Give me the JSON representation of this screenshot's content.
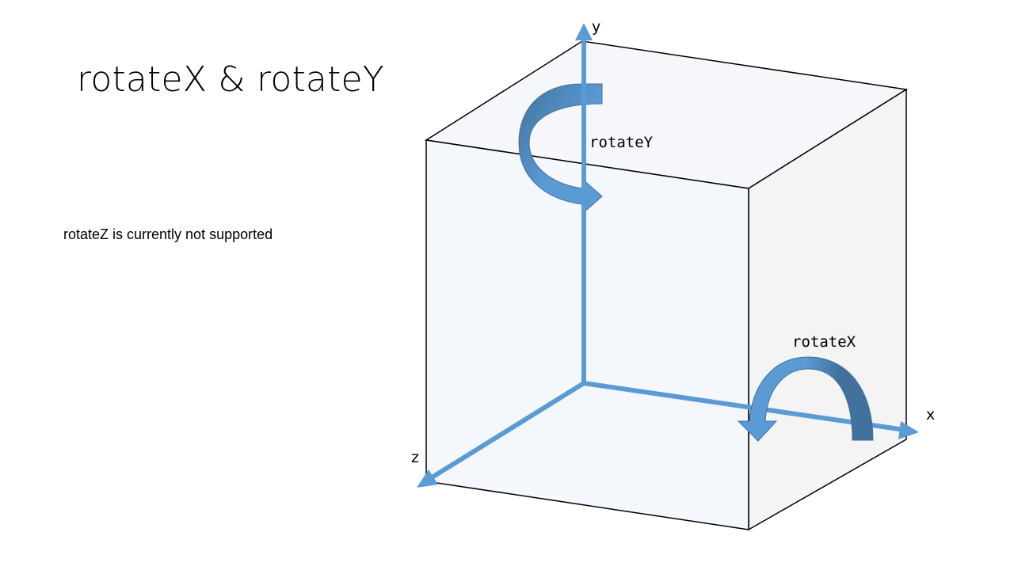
{
  "slide": {
    "title": "rotateX & rotateY",
    "note": "rotateZ is currently not supported"
  },
  "diagram": {
    "axes": {
      "x_label": "x",
      "y_label": "y",
      "z_label": "z"
    },
    "rotations": {
      "rotate_x_label": "rotateX",
      "rotate_y_label": "rotateY"
    },
    "colors": {
      "axis": "#5b9bd5",
      "arrow_dark": "#41719c",
      "cube_face_front": "#f4f7fb",
      "cube_face_right": "#f3f3f3",
      "cube_face_top": "#f5f7fa",
      "cube_edge": "#000000"
    }
  }
}
